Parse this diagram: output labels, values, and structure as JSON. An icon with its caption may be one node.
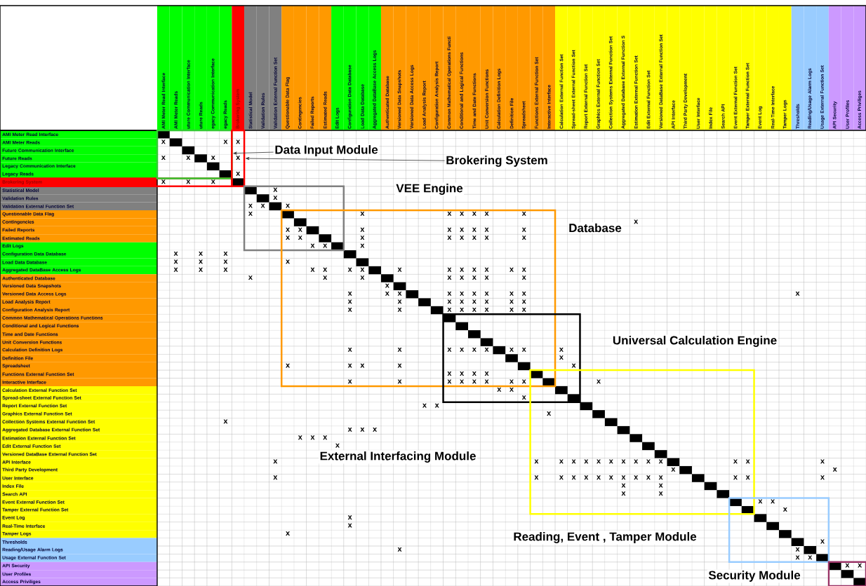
{
  "diagram": {
    "nodes": [
      {
        "text": [
          "Data Input Module"
        ]
      },
      {
        "text": [],
        "shape": "box"
      },
      {
        "text": [
          "Brokering System"
        ]
      },
      {
        "text": [],
        "shape": "box"
      },
      {
        "text": [
          "VEE Engine"
        ]
      },
      {
        "text": [
          "Database"
        ]
      },
      {
        "text": [
          "Universal Calculation Engine"
        ]
      },
      {
        "text": [
          "External Interfacing Module"
        ]
      },
      {
        "text": [
          "Reading, Event , Tamper Module"
        ]
      },
      {
        "text": [
          "Security Module"
        ]
      }
    ],
    "edges": [
      {
        "from": 0,
        "to": 1,
        "arrow": "to"
      },
      {
        "from": 2,
        "to": 3,
        "arrow": "to"
      }
    ],
    "labels": [
      "AMI Meter Read Interface",
      "AMI Meter Reads",
      "uture Communication Interface",
      "uture Reads",
      "egacy Communication Interface",
      "egacy Reads",
      "Brokering System",
      "Statistical Model",
      "Validation Rules",
      "Validation External Function Set",
      "Questionable Data Flag",
      "Contingencies",
      "Failed Reports",
      "Estimated Reads",
      "Edit Logs",
      "Configuration Data Database",
      "Load Data Database",
      "Aggregated DataBase Access Logs",
      "Authenticated Database",
      "Versioned Data Snapshots",
      "Versioned Data Access Logs",
      "Load Analysis Report",
      "Configuration Analysis Report",
      "Common Mathematical Operations Functi",
      "Conditional and Logical Functions",
      "Time and Date Functions",
      "Unit Conversion Functions",
      "Calculation Definition Logs",
      "Definition File",
      "Spreadsheet",
      "Functions External Function Set",
      "Interactive Interface",
      "Calculation External Function Set",
      "Spread-sheet External Function Set",
      "Report External Function Set",
      "Graphics External Function Set",
      "Collection Systems External Function Set",
      "Aggregated Database External Function S",
      "Estimation External Function Set",
      "Edit External Function Set",
      "Versioned DataBase External Function Set",
      "API Interface",
      "Third Party Development",
      "User Interface",
      "Index File",
      "Search API",
      "Event External Function Set",
      "Tamper External Function Set",
      "Event Log",
      "Real-Time Interface",
      "Tamper Logs",
      "Thresholds",
      "Reading/Usage Alarm Logs",
      "Usage External Function Set",
      "API Security",
      "User Profiles",
      "Access Priviliges",
      "AMI Meter Read Interface",
      "AMI Meter Reads",
      "x",
      "x",
      "x",
      "Future Communication Interface",
      "Future Reads",
      "x",
      "x",
      "x",
      "x",
      "Legacy Communication Interface",
      "Legacy Reads",
      "x",
      "Brokering System",
      "x",
      "x",
      "x",
      "Statistical Model",
      "x",
      "Validation Rules",
      "x",
      "Validation External Function Set",
      "x",
      "x",
      "x",
      "Questionable Data Flag",
      "x",
      "x",
      "x",
      "x",
      "x",
      "x",
      "x",
      "Contingencies",
      "x",
      "Failed Reports",
      "x",
      "x",
      "x",
      "x",
      "x",
      "x",
      "x",
      "x",
      "Estimated Reads",
      "x",
      "x",
      "x",
      "x",
      "x",
      "x",
      "x",
      "x",
      "Edit Logs",
      "x",
      "x",
      "x",
      "Configuration Data Database",
      "x",
      "x",
      "x",
      "Load Data Database",
      "x",
      "x",
      "x",
      "x",
      "Aggregated DataBase Access Logs",
      "x",
      "x",
      "x",
      "x",
      "x",
      "x",
      "x",
      "x",
      "x",
      "x",
      "x",
      "x",
      "x",
      "x",
      "Authenticated Database",
      "x",
      "x",
      "x",
      "x",
      "x",
      "x",
      "x",
      "x",
      "Versioned Data Snapshots",
      "x",
      "Versioned Data Access Logs",
      "x",
      "x",
      "x",
      "x",
      "x",
      "x",
      "x",
      "x",
      "x",
      "x",
      "Load Analysis Report",
      "x",
      "x",
      "x",
      "x",
      "x",
      "x",
      "x",
      "x",
      "Configuration Analysis Report",
      "x",
      "x",
      "x",
      "x",
      "x",
      "x",
      "x",
      "x",
      "Common Mathematical Operations Functions",
      "Conditional and Logical Functions",
      "Time and Date Functions",
      "Unit Conversion Functions",
      "Calculation Definition Logs",
      "x",
      "x",
      "x",
      "x",
      "x",
      "x",
      "x",
      "x",
      "x",
      "Definition File",
      "x",
      "Spreadsheet",
      "x",
      "x",
      "x",
      "x",
      "x",
      "Functions External Function Set",
      "x",
      "x",
      "x",
      "x",
      "Interactive Interface",
      "x",
      "x",
      "x",
      "x",
      "x",
      "x",
      "x",
      "x",
      "x",
      "Calculation External Function Set",
      "x",
      "x",
      "Spread-sheet External Function Set",
      "x",
      "Report External Function Set",
      "x",
      "x",
      "Graphics External Function Set",
      "x",
      "Collection Systems External Function Set",
      "x",
      "Aggregated Database External Function Set",
      "x",
      "x",
      "x",
      "Estimation External Function Set",
      "x",
      "x",
      "x",
      "Edit External Function Set",
      "x",
      "Versioned DataBase External Function Set",
      "API Interface",
      "x",
      "x",
      "x",
      "x",
      "x",
      "x",
      "x",
      "x",
      "x",
      "x",
      "x",
      "x",
      "x",
      "x",
      "Third Party Development",
      "x",
      "x",
      "User Interface",
      "x",
      "x",
      "x",
      "x",
      "x",
      "x",
      "x",
      "x",
      "x",
      "x",
      "x",
      "x",
      "x",
      "x",
      "Index File",
      "x",
      "x",
      "Search API",
      "x",
      "x",
      "Event External Function Set",
      "x",
      "x",
      "Tamper External Function Set",
      "x",
      "Event Log",
      "x",
      "Real-Time Interface",
      "x",
      "Tamper Logs",
      "x",
      "Thresholds",
      "x",
      "Reading/Usage Alarm Logs",
      "x",
      "x",
      "Usage External Function Set",
      "x",
      "x",
      "API Security",
      "x",
      "x",
      "User Profiles",
      "Access Priviliges"
    ]
  }
}
